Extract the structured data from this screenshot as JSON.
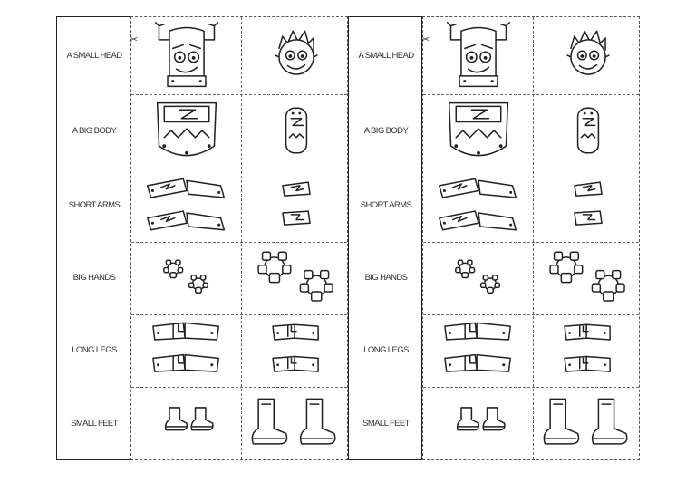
{
  "rows": [
    {
      "label": "A SMALL HEAD"
    },
    {
      "label": "A BIG BODY"
    },
    {
      "label": "SHORT ARMS"
    },
    {
      "label": "BIG HANDS"
    },
    {
      "label": "LONG LEGS"
    },
    {
      "label": "SMALL FEET"
    }
  ],
  "icons": {
    "scissors": "✂"
  }
}
